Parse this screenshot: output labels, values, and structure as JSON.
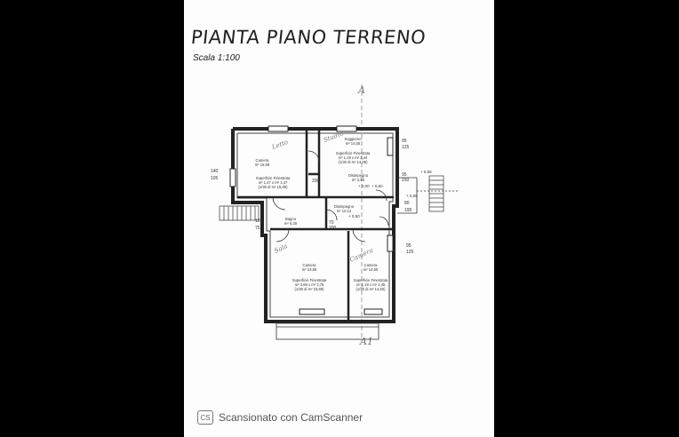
{
  "header": {
    "title": "PIANTA PIANO TERRENO",
    "scale": "Scala 1:100"
  },
  "footer": {
    "scanner_text": "Scansionato con CamScanner",
    "scanner_icon": "CS"
  },
  "rooms": {
    "camera_nw": {
      "name": "Camera",
      "area": "m² 15,09",
      "sup1": "Superficie Finestrata",
      "sup2": "m² 1,47 x m² 1,47",
      "sup3": "(1/30 di m² 15,09)"
    },
    "soggiorno": {
      "name": "Soggiorno",
      "area": "m² 14,05",
      "sup1": "Superficie Finestrata",
      "sup2": "m² 1,19 x m² 2,44",
      "sup3": "(1/30 di m² 14,05)"
    },
    "disimpegno_top": {
      "name": "Disimpegno",
      "area": "m² 2,50"
    },
    "disimpegno_mid": {
      "name": "Disimpegno",
      "area": "m² 10,12"
    },
    "bagno": {
      "name": "Bagno",
      "area": "m² 5,30"
    },
    "camera_sw": {
      "name": "Camera",
      "area": "m² 23,69",
      "sup1": "Superficie Finestrata",
      "sup2": "m² 3,69 x m² 3,75",
      "sup3": "(1/30 di m² 23,69)"
    },
    "camera_se": {
      "name": "Camera",
      "area": "m² 14,60",
      "sup1": "Superficie Finestrata",
      "sup2": "m² 1,19 x m² 2,45",
      "sup3": "(1/30 di m² 14,60)"
    }
  },
  "handwritten": {
    "nw": "Letto",
    "n": "Studio",
    "sw": "Sala",
    "se": "Camera"
  },
  "dimensions": {
    "d140": "140",
    "d105": "105",
    "d95a": "95",
    "d125a": "125",
    "d95b": "95",
    "d150": "150",
    "d80": "80",
    "d195": "195",
    "d95c": "95",
    "d125b": "125",
    "d70": "70",
    "d200a": "200",
    "d200b": "200",
    "d75": "75",
    "d105b": "105"
  },
  "levels": {
    "l_top": "+ 0,55",
    "l_mid": "+ 0,00",
    "l_right": "+ 0,55",
    "l_right2": "+ 0,50",
    "l_dis": "+ 0,50"
  },
  "section_marks": {
    "top": "A",
    "bottom": "A1"
  }
}
